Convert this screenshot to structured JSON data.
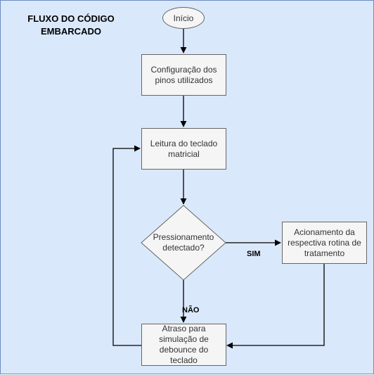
{
  "title_line1": "FLUXO DO CÓDIGO",
  "title_line2": "EMBARCADO",
  "nodes": {
    "start": "Início",
    "config": "Configuração dos pinos utilizados",
    "read": "Leitura do teclado matricial",
    "decision": "Pressionamento detectado?",
    "action": "Acionamento da respectiva rotina de tratamento",
    "delay": "Atraso para simulação de debounce do teclado"
  },
  "edges": {
    "yes": "SIM",
    "no": "NÃO"
  },
  "colors": {
    "background": "#dae8fc",
    "background_border": "#6c8ebf",
    "node_fill": "#f5f5f5",
    "node_stroke": "#666666",
    "node_text": "#333333",
    "connector": "#000000"
  }
}
